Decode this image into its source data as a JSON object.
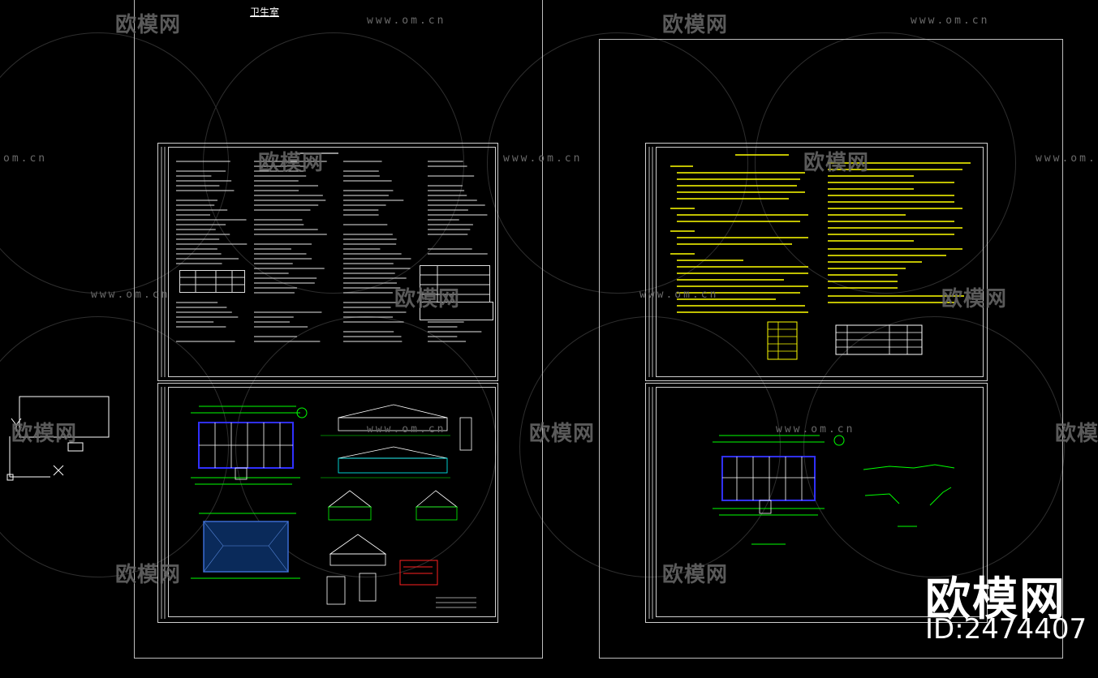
{
  "drawing": {
    "sheet_title": "卫生室"
  },
  "watermark": {
    "brand": "欧模网",
    "url": "www.om.cn",
    "url_short": "om.cn"
  },
  "overlay": {
    "brand": "欧模网",
    "id_label": "ID:2474407"
  },
  "colors": {
    "background": "#000000",
    "frame": "#cfcfcf",
    "text_white": "#ffffff",
    "notes_yellow": "#ffff00",
    "plan_green": "#00ff00",
    "plan_blue": "#3030ff",
    "accent_red": "#ff2020",
    "watermark_gray": "#6a6a6a"
  },
  "icons": [
    "ucs-icon",
    "crosshair-x-icon",
    "dimension-arrow-icon"
  ]
}
